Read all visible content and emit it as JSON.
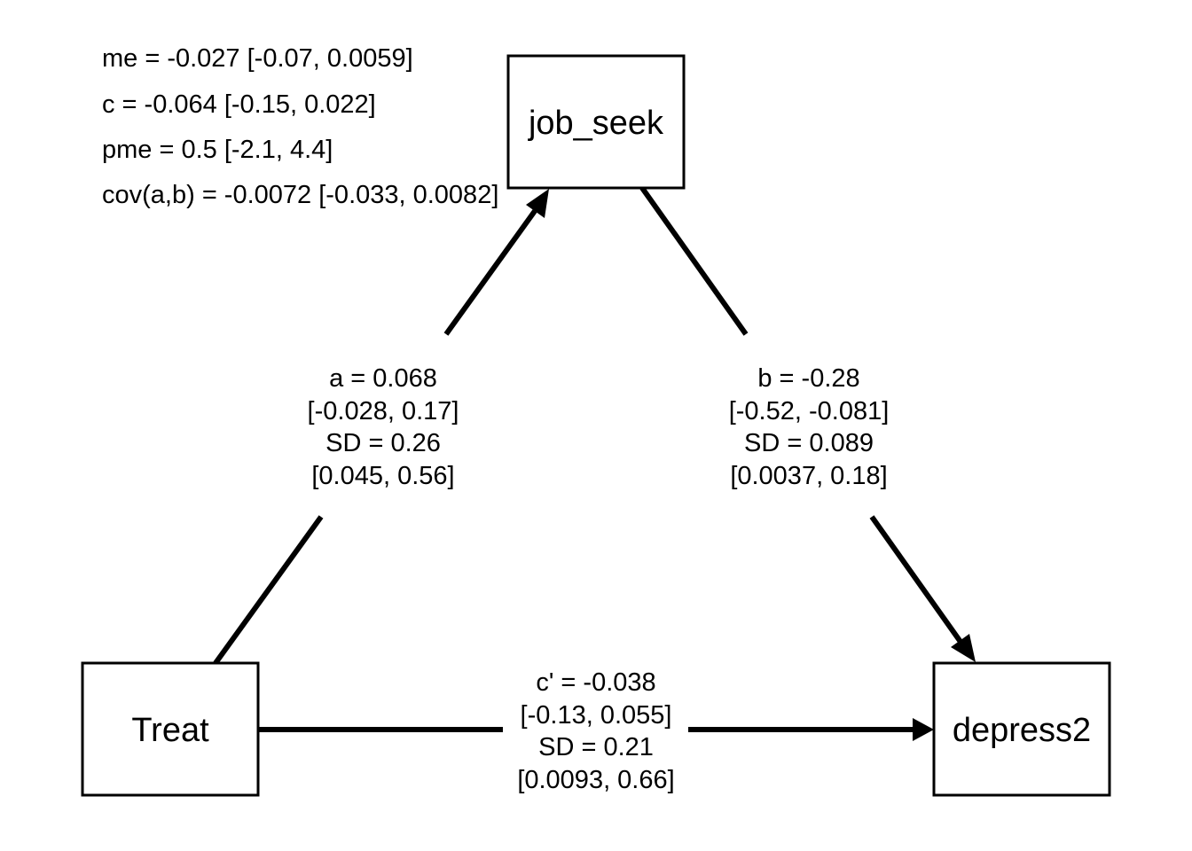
{
  "nodes": {
    "mediator": "job_seek",
    "treatment": "Treat",
    "outcome": "depress2"
  },
  "paths": {
    "a": [
      "a = 0.068",
      "[-0.028, 0.17]",
      "SD = 0.26",
      "[0.045, 0.56]"
    ],
    "b": [
      "b = -0.28",
      "[-0.52, -0.081]",
      "SD = 0.089",
      "[0.0037, 0.18]"
    ],
    "c_prime": [
      "c' = -0.038",
      "[-0.13, 0.055]",
      "SD = 0.21",
      "[0.0093, 0.66]"
    ]
  },
  "summary": {
    "me": "me = -0.027 [-0.07, 0.0059]",
    "c": "c = -0.064 [-0.15, 0.022]",
    "pme": "pme = 0.5 [-2.1, 4.4]",
    "cov": "cov(a,b) = -0.0072 [-0.033, 0.0082]"
  }
}
